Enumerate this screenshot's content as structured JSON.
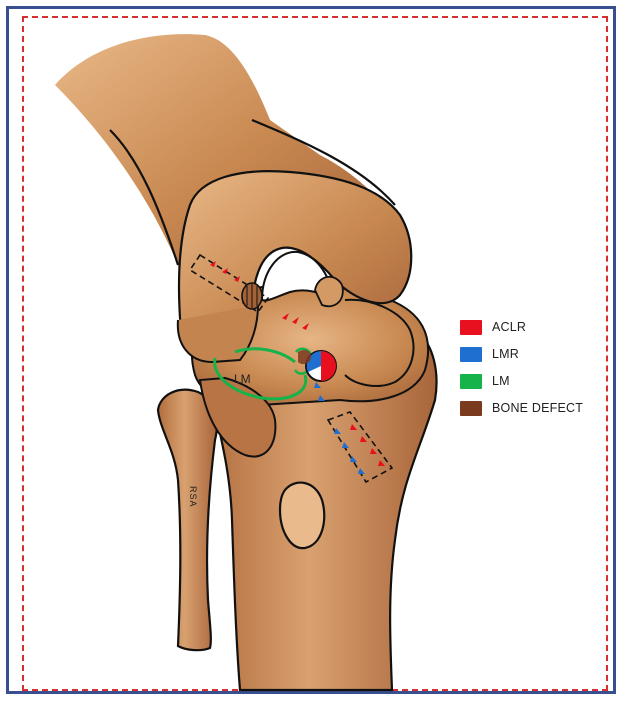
{
  "legend": {
    "items": [
      {
        "label": "ACLR",
        "color": "#e8101e"
      },
      {
        "label": "LMR",
        "color": "#1f6fd0"
      },
      {
        "label": "LM",
        "color": "#16b24a"
      },
      {
        "label": "BONE DEFECT",
        "color": "#7a3a1e"
      }
    ]
  },
  "labels": {
    "lm": "LM",
    "fibula": "RSA"
  },
  "colors": {
    "frame_outer": "#3a4f8f",
    "frame_inner": "#d62f2f",
    "bone_fill": "#c98a52",
    "bone_dark": "#a8673a",
    "bone_light": "#e0ae7d",
    "outline": "#111111"
  }
}
